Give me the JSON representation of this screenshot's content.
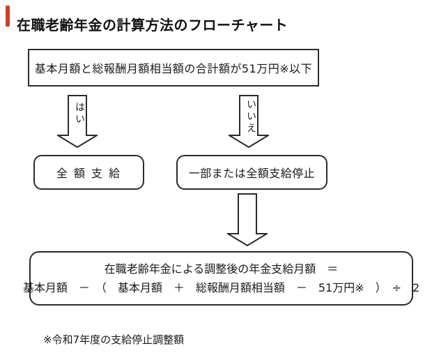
{
  "header": {
    "title": "在職老齢年金の計算方法のフローチャート"
  },
  "colors": {
    "accent": "#c8432b",
    "line": "#2b2b2b",
    "text": "#1a1a1a"
  },
  "flowchart": {
    "condition": "基本月額と総報酬月額相当額の合計額が51万円※以下",
    "yes_label": "はい",
    "no_label": "いいえ",
    "yes_result": "全 額 支 給",
    "no_result": "一部または全額支給停止",
    "formula": {
      "line1": "在職老齢年金による調整後の年金支給月額　＝",
      "line2": "基本月額　－　（　基本月額　＋　総報酬月額相当額　－　51万円※　）　÷　2"
    },
    "footnote": "※令和7年度の支給停止調整額"
  }
}
